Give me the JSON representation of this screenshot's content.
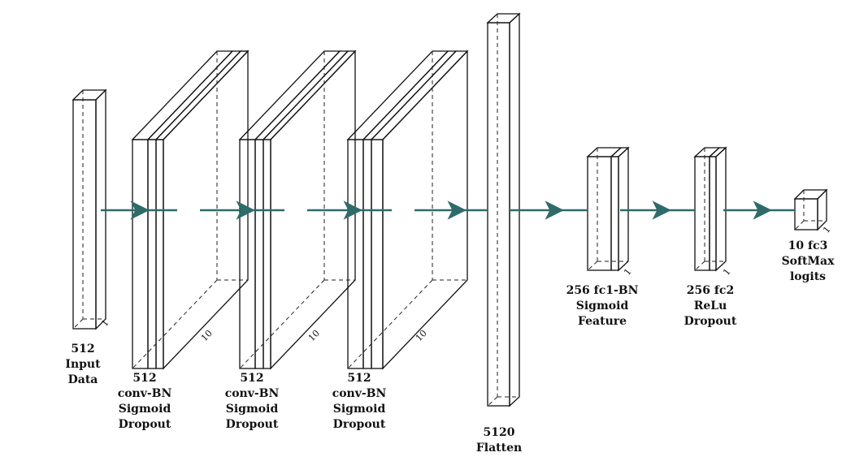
{
  "blocks": {
    "input": {
      "name": "input-block",
      "colors": {
        "front": "#c6d9ef",
        "side": "#a9c2e0",
        "top": "#dde9f6"
      },
      "label_lines": [
        "512",
        "Input",
        "Data"
      ],
      "depth_label": "1"
    },
    "conv": [
      {
        "name": "conv-block-1",
        "label_lines": [
          "512",
          "conv-BN",
          "Sigmoid",
          "Dropout"
        ],
        "depth_label": "10"
      },
      {
        "name": "conv-block-2",
        "label_lines": [
          "512",
          "conv-BN",
          "Sigmoid",
          "Dropout"
        ],
        "depth_label": "10"
      },
      {
        "name": "conv-block-3",
        "label_lines": [
          "512",
          "conv-BN",
          "Sigmoid",
          "Dropout"
        ],
        "depth_label": "10"
      }
    ],
    "conv_colors": {
      "conv_slab": "#fde8c3",
      "bn_slab": "#8f86bd",
      "dropout_slab": "#e8a06b",
      "dropout_side": "#f6b97a",
      "top_light": "#fff1d6"
    },
    "flatten": {
      "name": "flatten-block",
      "colors": {
        "front": "#9fe1b1",
        "side": "#86d39c",
        "top": "#bff0cc"
      },
      "label_lines": [
        "5120",
        "Flatten"
      ]
    },
    "fc1": {
      "name": "fc1-block",
      "colors": {
        "fc": "#9fe1b1",
        "bn": "#7f97bf",
        "fc_top": "#bff0cc"
      },
      "label_lines": [
        "256 fc1-BN",
        "Sigmoid",
        "Feature"
      ],
      "depth_label": "1"
    },
    "fc2": {
      "name": "fc2-block",
      "colors": {
        "fc": "#9fe1b1",
        "dropout": "#82b08f",
        "fc_top": "#bff0cc"
      },
      "label_lines": [
        "256 fc2",
        "ReLu",
        "Dropout"
      ],
      "depth_label": "1"
    },
    "fc3": {
      "name": "fc3-block",
      "colors": {
        "front": "#c99bd1",
        "side": "#a98aa8",
        "top": "#dcb8e1"
      },
      "label_lines": [
        "10 fc3",
        "SoftMax",
        "logits"
      ],
      "depth_label": "1"
    }
  },
  "colors": {
    "arrow": "#2f6b6b",
    "edge": "#111111"
  }
}
